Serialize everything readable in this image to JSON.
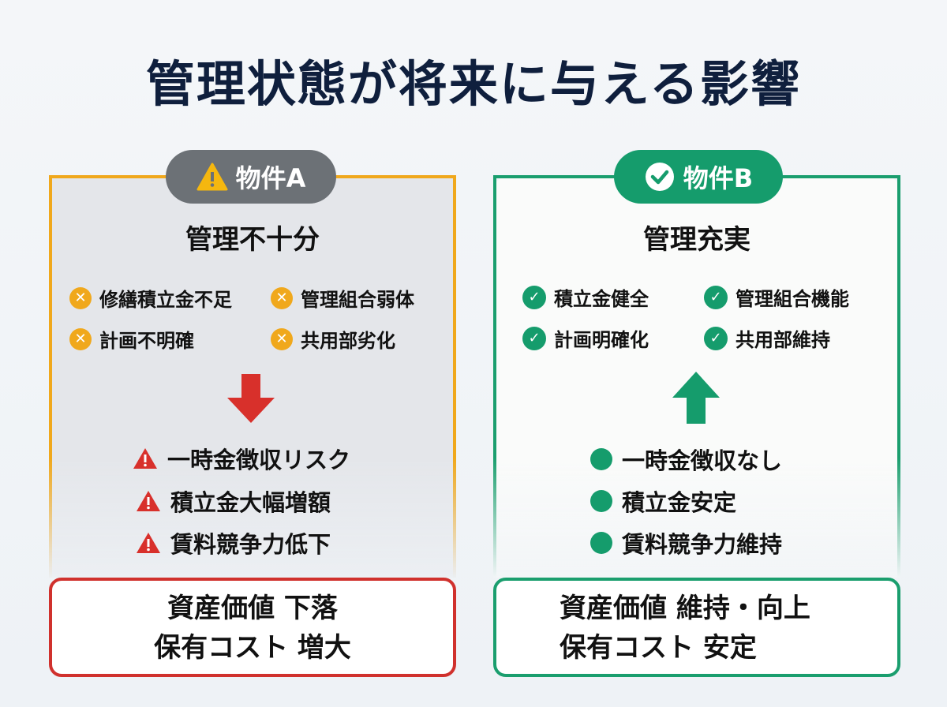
{
  "title": "管理状態が将来に与える影響",
  "colors": {
    "a_border": "#f0a81c",
    "a_result": "#d0312d",
    "b": "#159c6c"
  },
  "property_a": {
    "badge": "物件A",
    "badge_icon": "warning-icon",
    "heading": "管理不十分",
    "issues": [
      "修繕積立金不足",
      "管理組合弱体",
      "計画不明確",
      "共用部劣化"
    ],
    "arrow": "arrow-down-icon",
    "risks": [
      "一時金徴収リスク",
      "積立金大幅増額",
      "賃料競争力低下"
    ],
    "result": [
      "資産価値 下落",
      "保有コスト 増大"
    ]
  },
  "property_b": {
    "badge": "物件B",
    "badge_icon": "check-circle-icon",
    "heading": "管理充実",
    "strengths": [
      "積立金健全",
      "管理組合機能",
      "計画明確化",
      "共用部維持"
    ],
    "arrow": "arrow-up-icon",
    "effects": [
      "一時金徴収なし",
      "積立金安定",
      "賃料競争力維持"
    ],
    "result": [
      "資産価値 維持・向上",
      "保有コスト 安定"
    ]
  }
}
